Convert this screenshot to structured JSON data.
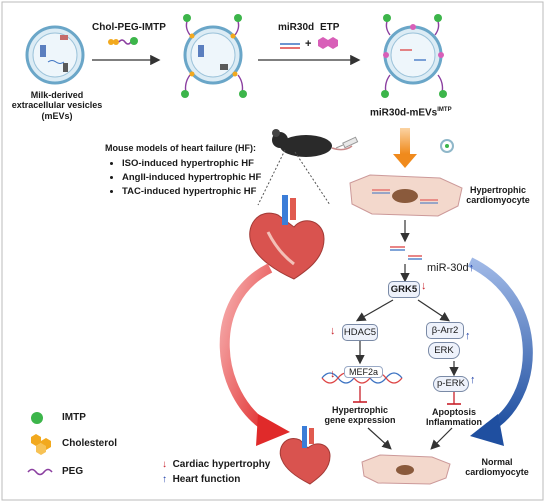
{
  "labels": {
    "mevs": [
      "Milk-derived",
      "extracellular vesicles",
      "(mEVs)"
    ],
    "chol_peg_imtp": "Chol-PEG-IMTP",
    "mir30d": "miR30d",
    "plus": "+",
    "etp": "ETP",
    "product_main": "miR30d-mEVs",
    "product_sup": "IMTP",
    "models_title": "Mouse models of heart failure (HF):",
    "models": [
      "ISO-induced hypertrophic HF",
      "AngII-induced hypertrophic HF",
      "TAC-induced hypertrophic HF"
    ],
    "hypertrophic_cm": [
      "Hypertrophic",
      "cardiomyocyte"
    ],
    "mir30d_level": "miR-30d",
    "grk5": "GRK5",
    "hdac5": "HDAC5",
    "barr2": "β-Arr2",
    "erk": "ERK",
    "mef2a": "MEF2a",
    "perk": "p-ERK",
    "hyp_gene": [
      "Hypertrophic",
      "gene expression"
    ],
    "apoptosis": [
      "Apoptosis",
      "Inflammation"
    ],
    "normal_cm": [
      "Normal",
      "cardiomyocyte"
    ]
  },
  "legend": {
    "imtp": "IMTP",
    "cholesterol": "Cholesterol",
    "peg": "PEG",
    "cardiac": "Cardiac hypertrophy",
    "heart_fn": "Heart  function"
  },
  "glyphs": {
    "up": "↑",
    "down": "↓"
  },
  "colors": {
    "imtp_green": "#3cb54a",
    "cholesterol": "#f2a91e",
    "peg": "#8b3fa0",
    "etp": "#d85fb8",
    "up_blue": "#1d3fa8",
    "down_red": "#c8202a",
    "orange_arrow": "#f08a1c",
    "big_red_arrow": "#e02a2a",
    "big_blue_arrow": "#1f4fa0",
    "cell_fill": "#f3d8cc",
    "nucleus": "#8a5a3c"
  }
}
